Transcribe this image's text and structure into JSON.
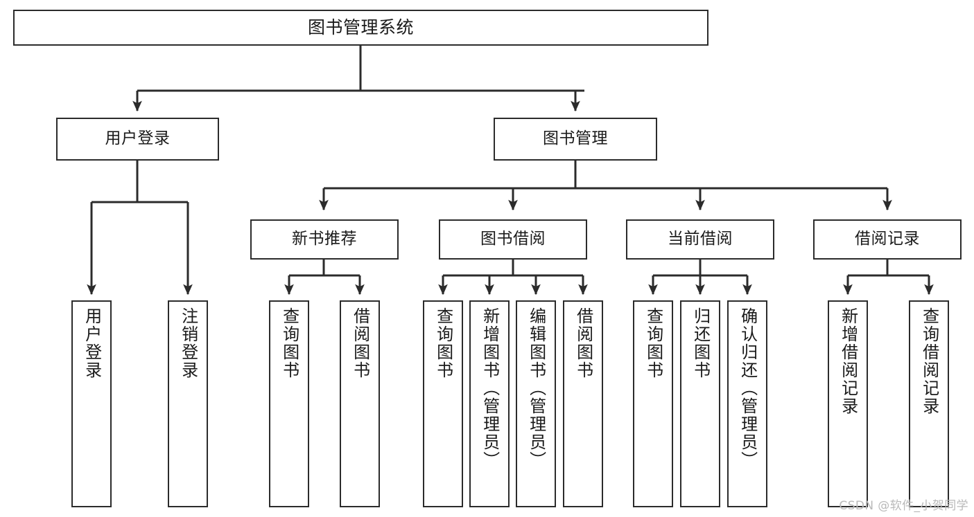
{
  "diagram": {
    "type": "hierarchy-tree",
    "title": "图书管理系统",
    "watermark": "CSDN @软件_小贺同学",
    "colors": {
      "stroke": "#2b2b2b",
      "fill": "#ffffff",
      "text": "#1a1a1a",
      "watermark": "#b9b9b9"
    },
    "nodes": {
      "root": {
        "label": "图书管理系统",
        "level": 0
      },
      "l1": [
        {
          "id": "user_login",
          "label": "用户登录"
        },
        {
          "id": "book_manage",
          "label": "图书管理"
        }
      ],
      "l2": [
        {
          "id": "new_book_rec",
          "label": "新书推荐"
        },
        {
          "id": "book_borrow",
          "label": "图书借阅"
        },
        {
          "id": "current_borrow",
          "label": "当前借阅"
        },
        {
          "id": "borrow_record",
          "label": "借阅记录"
        }
      ],
      "leaves": {
        "user_login": [
          {
            "id": "leaf_user_login",
            "label": "用户登录"
          },
          {
            "id": "leaf_logout",
            "label": "注销登录"
          }
        ],
        "new_book_rec": [
          {
            "id": "leaf_query_book_1",
            "label": "查询图书"
          },
          {
            "id": "leaf_borrow_book_1",
            "label": "借阅图书"
          }
        ],
        "book_borrow": [
          {
            "id": "leaf_query_book_2",
            "label": "查询图书"
          },
          {
            "id": "leaf_add_book",
            "label": "新增图书（管理员）"
          },
          {
            "id": "leaf_edit_book",
            "label": "编辑图书（管理员）"
          },
          {
            "id": "leaf_borrow_book_2",
            "label": "借阅图书"
          }
        ],
        "current_borrow": [
          {
            "id": "leaf_query_book_3",
            "label": "查询图书"
          },
          {
            "id": "leaf_return_book",
            "label": "归还图书"
          },
          {
            "id": "leaf_confirm_return",
            "label": "确认归还（管理员）"
          }
        ],
        "borrow_record": [
          {
            "id": "leaf_add_record",
            "label": "新增借阅记录"
          },
          {
            "id": "leaf_query_record",
            "label": "查询借阅记录"
          }
        ]
      }
    }
  }
}
